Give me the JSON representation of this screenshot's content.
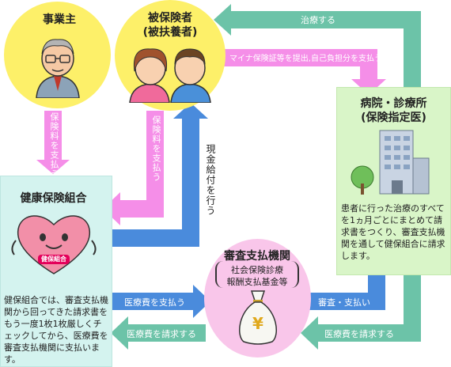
{
  "nodes": {
    "employer": "事業主",
    "insured_line1": "被保険者",
    "insured_line2": "(被扶養者)",
    "hospital_line1": "病院・診療所",
    "hospital_line2": "(保険指定医)",
    "union": "健康保険組合",
    "fund_title": "審査支払機関",
    "fund_sub1": "社会保険診療",
    "fund_sub2": "報酬支払基金等",
    "heart_badge": "健保組合"
  },
  "arrows": {
    "treatment": "治療する",
    "present_card": "マイナ保険証等を提出,自己負担分を支払う",
    "employer_premium": "保険料を支払う",
    "insured_premium": "保険料を支払う",
    "cash_benefit": "現金給付を行う",
    "pay_medical": "医療費を支払う",
    "review_pay": "審査・支払い",
    "claim_left": "医療費を請求する",
    "claim_right": "医療費を請求する"
  },
  "descriptions": {
    "hospital": "患者に行った治療のすべてを1ヵ月ごとにまとめて請求書をつくり、審査支払機関を通して健保組合に請求します。",
    "union": "健保組合では、審査支払機関から回ってきた請求書をもう一度1枚1枚厳しくチェックしてから、医療費を審査支払機関に支払います。"
  },
  "colors": {
    "green": "#6cc3a8",
    "pink": "#f58ee8",
    "blue": "#4a8bdc",
    "yellow": "#fdf069"
  }
}
